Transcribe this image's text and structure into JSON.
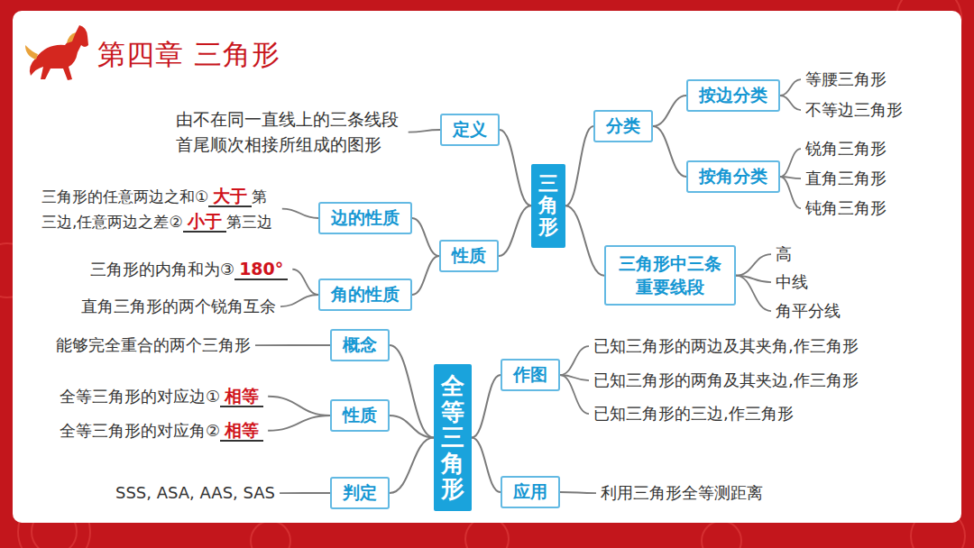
{
  "diagram": {
    "title": "第四章 三角形",
    "nodes": [
      {
        "text": [
          "三角形"
        ]
      },
      {
        "text": [
          "定义"
        ]
      },
      {
        "text": [
          "性质"
        ]
      },
      {
        "text": [
          "边的性质"
        ]
      },
      {
        "text": [
          "角的性质"
        ]
      },
      {
        "text": [
          "分类"
        ]
      },
      {
        "text": [
          "按边分类"
        ]
      },
      {
        "text": [
          "按角分类"
        ]
      },
      {
        "text": [
          "三角形中三条重要线段"
        ]
      },
      {
        "text": [
          "全等三角形"
        ]
      },
      {
        "text": [
          "概念"
        ]
      },
      {
        "text": [
          "性质"
        ]
      },
      {
        "text": [
          "判定"
        ]
      },
      {
        "text": [
          "作图"
        ]
      },
      {
        "text": [
          "应用"
        ]
      }
    ],
    "edges": [
      {
        "from": 0,
        "to": 1,
        "arrow": "none"
      },
      {
        "from": 0,
        "to": 2,
        "arrow": "none"
      },
      {
        "from": 2,
        "to": 3,
        "arrow": "none"
      },
      {
        "from": 2,
        "to": 4,
        "arrow": "none"
      },
      {
        "from": 0,
        "to": 5,
        "arrow": "none"
      },
      {
        "from": 0,
        "to": 8,
        "arrow": "none"
      },
      {
        "from": 5,
        "to": 6,
        "arrow": "none"
      },
      {
        "from": 5,
        "to": 7,
        "arrow": "none"
      },
      {
        "from": 9,
        "to": 10,
        "arrow": "none"
      },
      {
        "from": 9,
        "to": 11,
        "arrow": "none"
      },
      {
        "from": 9,
        "to": 12,
        "arrow": "none"
      },
      {
        "from": 9,
        "to": 13,
        "arrow": "none"
      },
      {
        "from": 9,
        "to": 14,
        "arrow": "none"
      }
    ],
    "labels": [
      "三角形的任意两边之和①",
      "大于",
      "第三边,任意两边之差②",
      "小于",
      "第三边",
      "三角形的内角和为③",
      "180°",
      "直角三角形的两个锐角互余",
      "能够完全重合的两个三角形",
      "全等三角形的对应边①",
      "相等",
      "全等三角形的对应角②",
      "相等",
      "SSS, ASA, AAS, SAS",
      "已知三角形的两边及其夹角,作三角形",
      "已知三角形的两角及其夹边,作三角形",
      "已知三角形的三边,作三角形",
      "利用三角形全等测距离",
      "等腰三角形",
      "不等边三角形",
      "锐角三角形",
      "直角三角形",
      "钝角三角形",
      "高",
      "中线",
      "角平分线",
      "由不在同一直线上的三条线段首尾顺次相接所组成的图形"
    ]
  }
}
